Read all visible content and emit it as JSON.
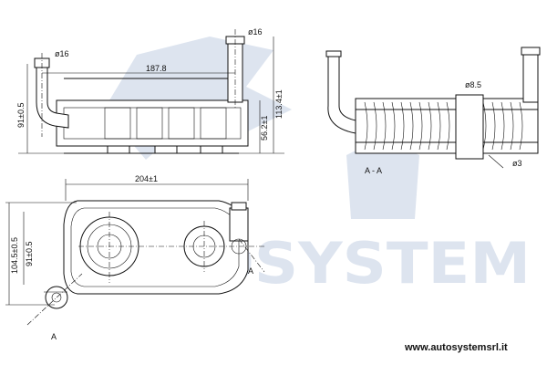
{
  "drawing": {
    "dimensions": {
      "pipe_dia_left": "ø16",
      "pipe_dia_right": "ø16",
      "length_top": "187.8",
      "width_total": "204±1",
      "height_left": "91±0.5",
      "height_right": "113.4±1",
      "height_body": "56.2±1",
      "front_height": "91±0.5",
      "front_height_outer": "104.5±0.5",
      "section_dia_top": "ø8.5",
      "section_dia_bottom": "ø3"
    },
    "section_label": "A - A",
    "section_mark_bottom": "A",
    "section_mark_right": "A"
  },
  "watermark": {
    "brand": "AUTOSYSTEM"
  },
  "footer": {
    "url": "www.autosystemsrl.it"
  },
  "colors": {
    "line": "#111111",
    "watermark": "#dde4ef"
  }
}
